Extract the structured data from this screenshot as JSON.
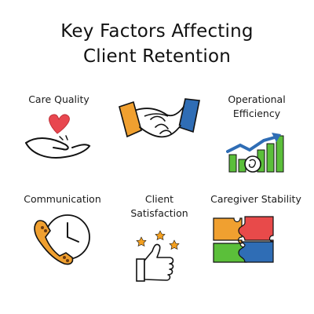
{
  "title": {
    "line1": "Key Factors Affecting",
    "line2": "Client Retention"
  },
  "factors": [
    {
      "label": "Care Quality",
      "icon": "heart-in-hand-icon"
    },
    {
      "label": "",
      "icon": "handshake-icon"
    },
    {
      "label_line1": "Operational",
      "label_line2": "Efficiency",
      "icon": "growth-chart-icon"
    },
    {
      "label": "Communication",
      "icon": "clock-phone-icon"
    },
    {
      "label_line1": "Client",
      "label_line2": "Satisfaction",
      "icon": "thumbs-up-stars-icon"
    },
    {
      "label": "Caregiver Stability",
      "icon": "puzzle-pieces-icon"
    }
  ],
  "colors": {
    "heart": "#e8474f",
    "orange": "#f0a030",
    "blue": "#2f6db5",
    "green": "#5bbf3a",
    "red": "#e84a4a",
    "yellow": "#f4c238"
  }
}
